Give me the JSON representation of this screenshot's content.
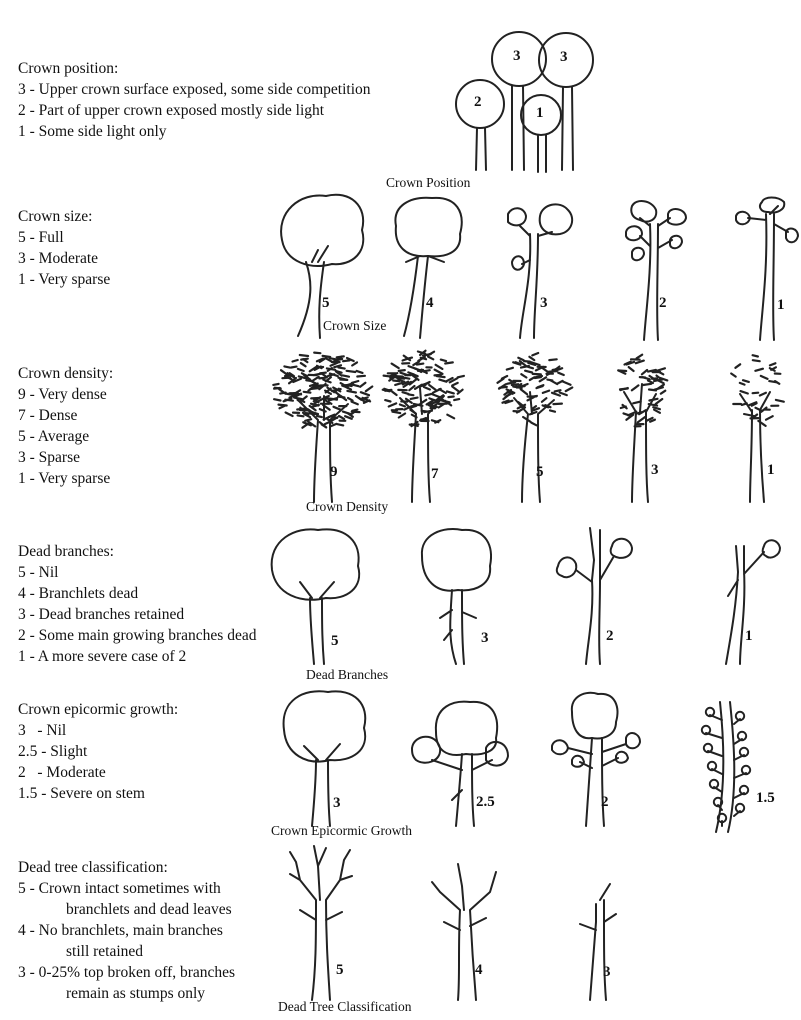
{
  "crown_position": {
    "heading": "Crown position:",
    "items": [
      "3 - Upper crown surface exposed, some side competition",
      "2 - Part of upper crown exposed mostly side light",
      "1 - Some side light only"
    ],
    "caption": "Crown Position",
    "tree_labels": [
      "3",
      "3",
      "2",
      "1"
    ]
  },
  "crown_size": {
    "heading": "Crown size:",
    "items": [
      "5 - Full",
      "3 - Moderate",
      "1 - Very sparse"
    ],
    "caption": "Crown Size",
    "tree_labels": [
      "5",
      "4",
      "3",
      "2",
      "1"
    ]
  },
  "crown_density": {
    "heading": "Crown density:",
    "items": [
      "9 - Very dense",
      "7 - Dense",
      "5 - Average",
      "3 - Sparse",
      "1 - Very sparse"
    ],
    "caption": "Crown Density",
    "tree_labels": [
      "9",
      "7",
      "5",
      "3",
      "1"
    ]
  },
  "dead_branches": {
    "heading": "Dead branches:",
    "items": [
      "5 - Nil",
      "4 - Branchlets dead",
      "3 - Dead branches retained",
      "2 - Some main growing branches dead",
      "1 - A more severe case of 2"
    ],
    "caption": "Dead Branches",
    "tree_labels": [
      "5",
      "3",
      "2",
      "1"
    ]
  },
  "epicormic": {
    "heading": "Crown epicormic growth:",
    "items": [
      "3   - Nil",
      "2.5 - Slight",
      "2   - Moderate",
      "1.5 - Severe on stem"
    ],
    "caption": "Crown Epicormic Growth",
    "tree_labels": [
      "3",
      "2.5",
      "2",
      "1.5"
    ]
  },
  "dead_tree": {
    "heading": "Dead tree classification:",
    "items": [
      "5 - Crown intact sometimes with",
      "branchlets and dead leaves",
      "4 - No branchlets, main branches",
      "still retained",
      "3 - 0-25% top broken off, branches",
      "remain as stumps only"
    ],
    "caption": "Dead Tree Classification",
    "tree_labels": [
      "5",
      "4",
      "3"
    ]
  }
}
